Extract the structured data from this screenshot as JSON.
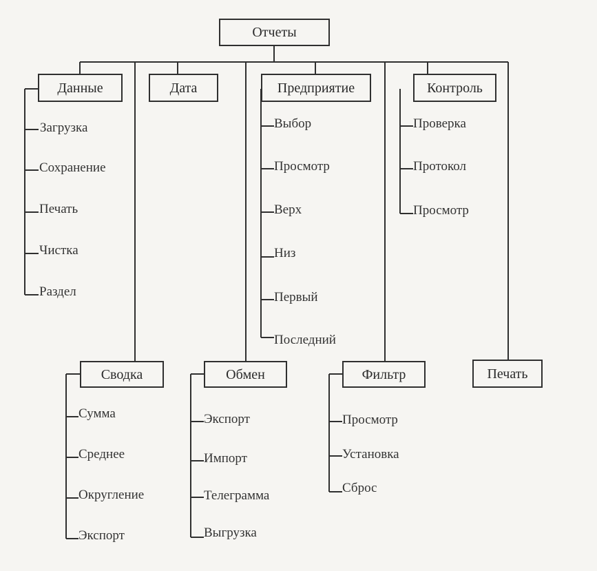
{
  "diagram": {
    "root": "Отчеты",
    "nodes": {
      "dannye": {
        "label": "Данные",
        "items": [
          "Загрузка",
          "Сохранение",
          "Печать",
          "Чистка",
          "Раздел"
        ]
      },
      "data": {
        "label": "Дата"
      },
      "predpriyatie": {
        "label": "Предприятие",
        "items": [
          "Выбор",
          "Просмотр",
          "Верх",
          "Низ",
          "Первый",
          "Последний"
        ]
      },
      "kontrol": {
        "label": "Контроль",
        "items": [
          "Проверка",
          "Протокол",
          "Просмотр"
        ]
      },
      "svodka": {
        "label": "Сводка",
        "items": [
          "Сумма",
          "Среднее",
          "Округление",
          "Экспорт"
        ]
      },
      "obmen": {
        "label": "Обмен",
        "items": [
          "Экспорт",
          "Импорт",
          "Телеграмма",
          "Выгрузка"
        ]
      },
      "filtr": {
        "label": "Фильтр",
        "items": [
          "Просмотр",
          "Установка",
          "Сброс"
        ]
      },
      "pechat": {
        "label": "Печать"
      }
    }
  }
}
